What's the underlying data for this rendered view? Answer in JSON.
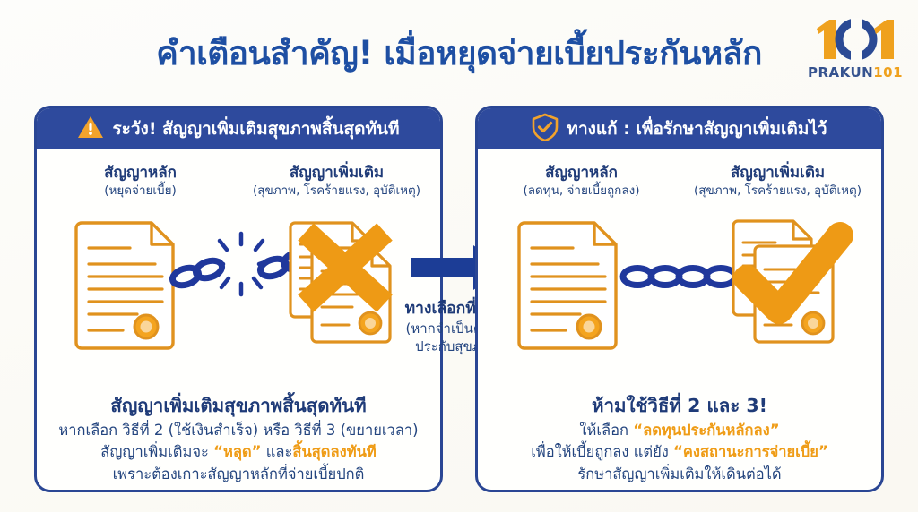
{
  "header": {
    "title": "คำเตือนสำคัญ! เมื่อหยุดจ่ายเบี้ยประกันหลัก",
    "logo_text": "PRAKUN",
    "logo_number": "101",
    "logo_mark": "101"
  },
  "colors": {
    "title_blue": "#1e4fa3",
    "panel_border_blue": "#2a4694",
    "header_bar_blue": "#2e4a9d",
    "body_blue": "#24457f",
    "accent_orange": "#ef9c16",
    "doc_orange": "#e0921e",
    "chain_blue": "#20389c",
    "background": "#fdfcf8"
  },
  "left_panel": {
    "head_icon": "warning-triangle-icon",
    "head_text": "ระวัง! สัญญาเพิ่มเติมสุขภาพสิ้นสุดทันที",
    "doc_main": {
      "title": "สัญญาหลัก",
      "subtitle": "(หยุดจ่ายเบี้ย)"
    },
    "doc_rider": {
      "title": "สัญญาเพิ่มเติม",
      "subtitle": "(สุขภาพ, โรคร้ายแรง, อุบัติเหตุ)"
    },
    "illustration": {
      "chain_state": "broken-chain-icon",
      "status_mark": "cross-x-icon"
    },
    "conclusion_heading": "สัญญาเพิ่มเติมสุขภาพสิ้นสุดทันที",
    "conclusion_lines": [
      [
        {
          "text": "หากเลือก วิธีที่ 2 (ใช้เงินสำเร็จ) หรือ วิธีที่ 3 (ขยายเวลา)",
          "highlight": false
        }
      ],
      [
        {
          "text": "สัญญาเพิ่มเติมจะ ",
          "highlight": false
        },
        {
          "text": "“หลุด”",
          "highlight": true
        },
        {
          "text": " และ",
          "highlight": false
        },
        {
          "text": "สิ้นสุดลงทันที",
          "highlight": true
        }
      ],
      [
        {
          "text": "เพราะต้องเกาะสัญญาหลักที่จ่ายเบี้ยปกติ",
          "highlight": false
        }
      ]
    ]
  },
  "middle": {
    "arrow_icon": "right-arrow-icon",
    "heading": "ทางเลือกที่ดีกว่า",
    "sub_line1": "(หากจำเป็นต้องใช้",
    "sub_line2": "ประกับสุขภาพ)"
  },
  "right_panel": {
    "head_icon": "shield-check-icon",
    "head_text": "ทางแก้ : เพื่อรักษาสัญญาเพิ่มเติมไว้",
    "doc_main": {
      "title": "สัญญาหลัก",
      "subtitle": "(ลดทุน, จ่ายเบี้ยถูกลง)"
    },
    "doc_rider": {
      "title": "สัญญาเพิ่มเติม",
      "subtitle": "(สุขภาพ, โรคร้ายแรง, อุบัติเหตุ)"
    },
    "illustration": {
      "chain_state": "intact-chain-icon",
      "status_mark": "check-mark-icon"
    },
    "conclusion_heading": "ห้ามใช้วิธีที่ 2 และ 3!",
    "conclusion_lines": [
      [
        {
          "text": "ให้เลือก ",
          "highlight": false
        },
        {
          "text": "“ลดทุนประกันหลักลง”",
          "highlight": true
        }
      ],
      [
        {
          "text": "เพื่อให้เบี้ยถูกลง แต่ยัง ",
          "highlight": false
        },
        {
          "text": "“คงสถานะการจ่ายเบี้ย”",
          "highlight": true
        }
      ],
      [
        {
          "text": "รักษาสัญญาเพิ่มเติมให้เดินต่อได้",
          "highlight": false
        }
      ]
    ]
  }
}
